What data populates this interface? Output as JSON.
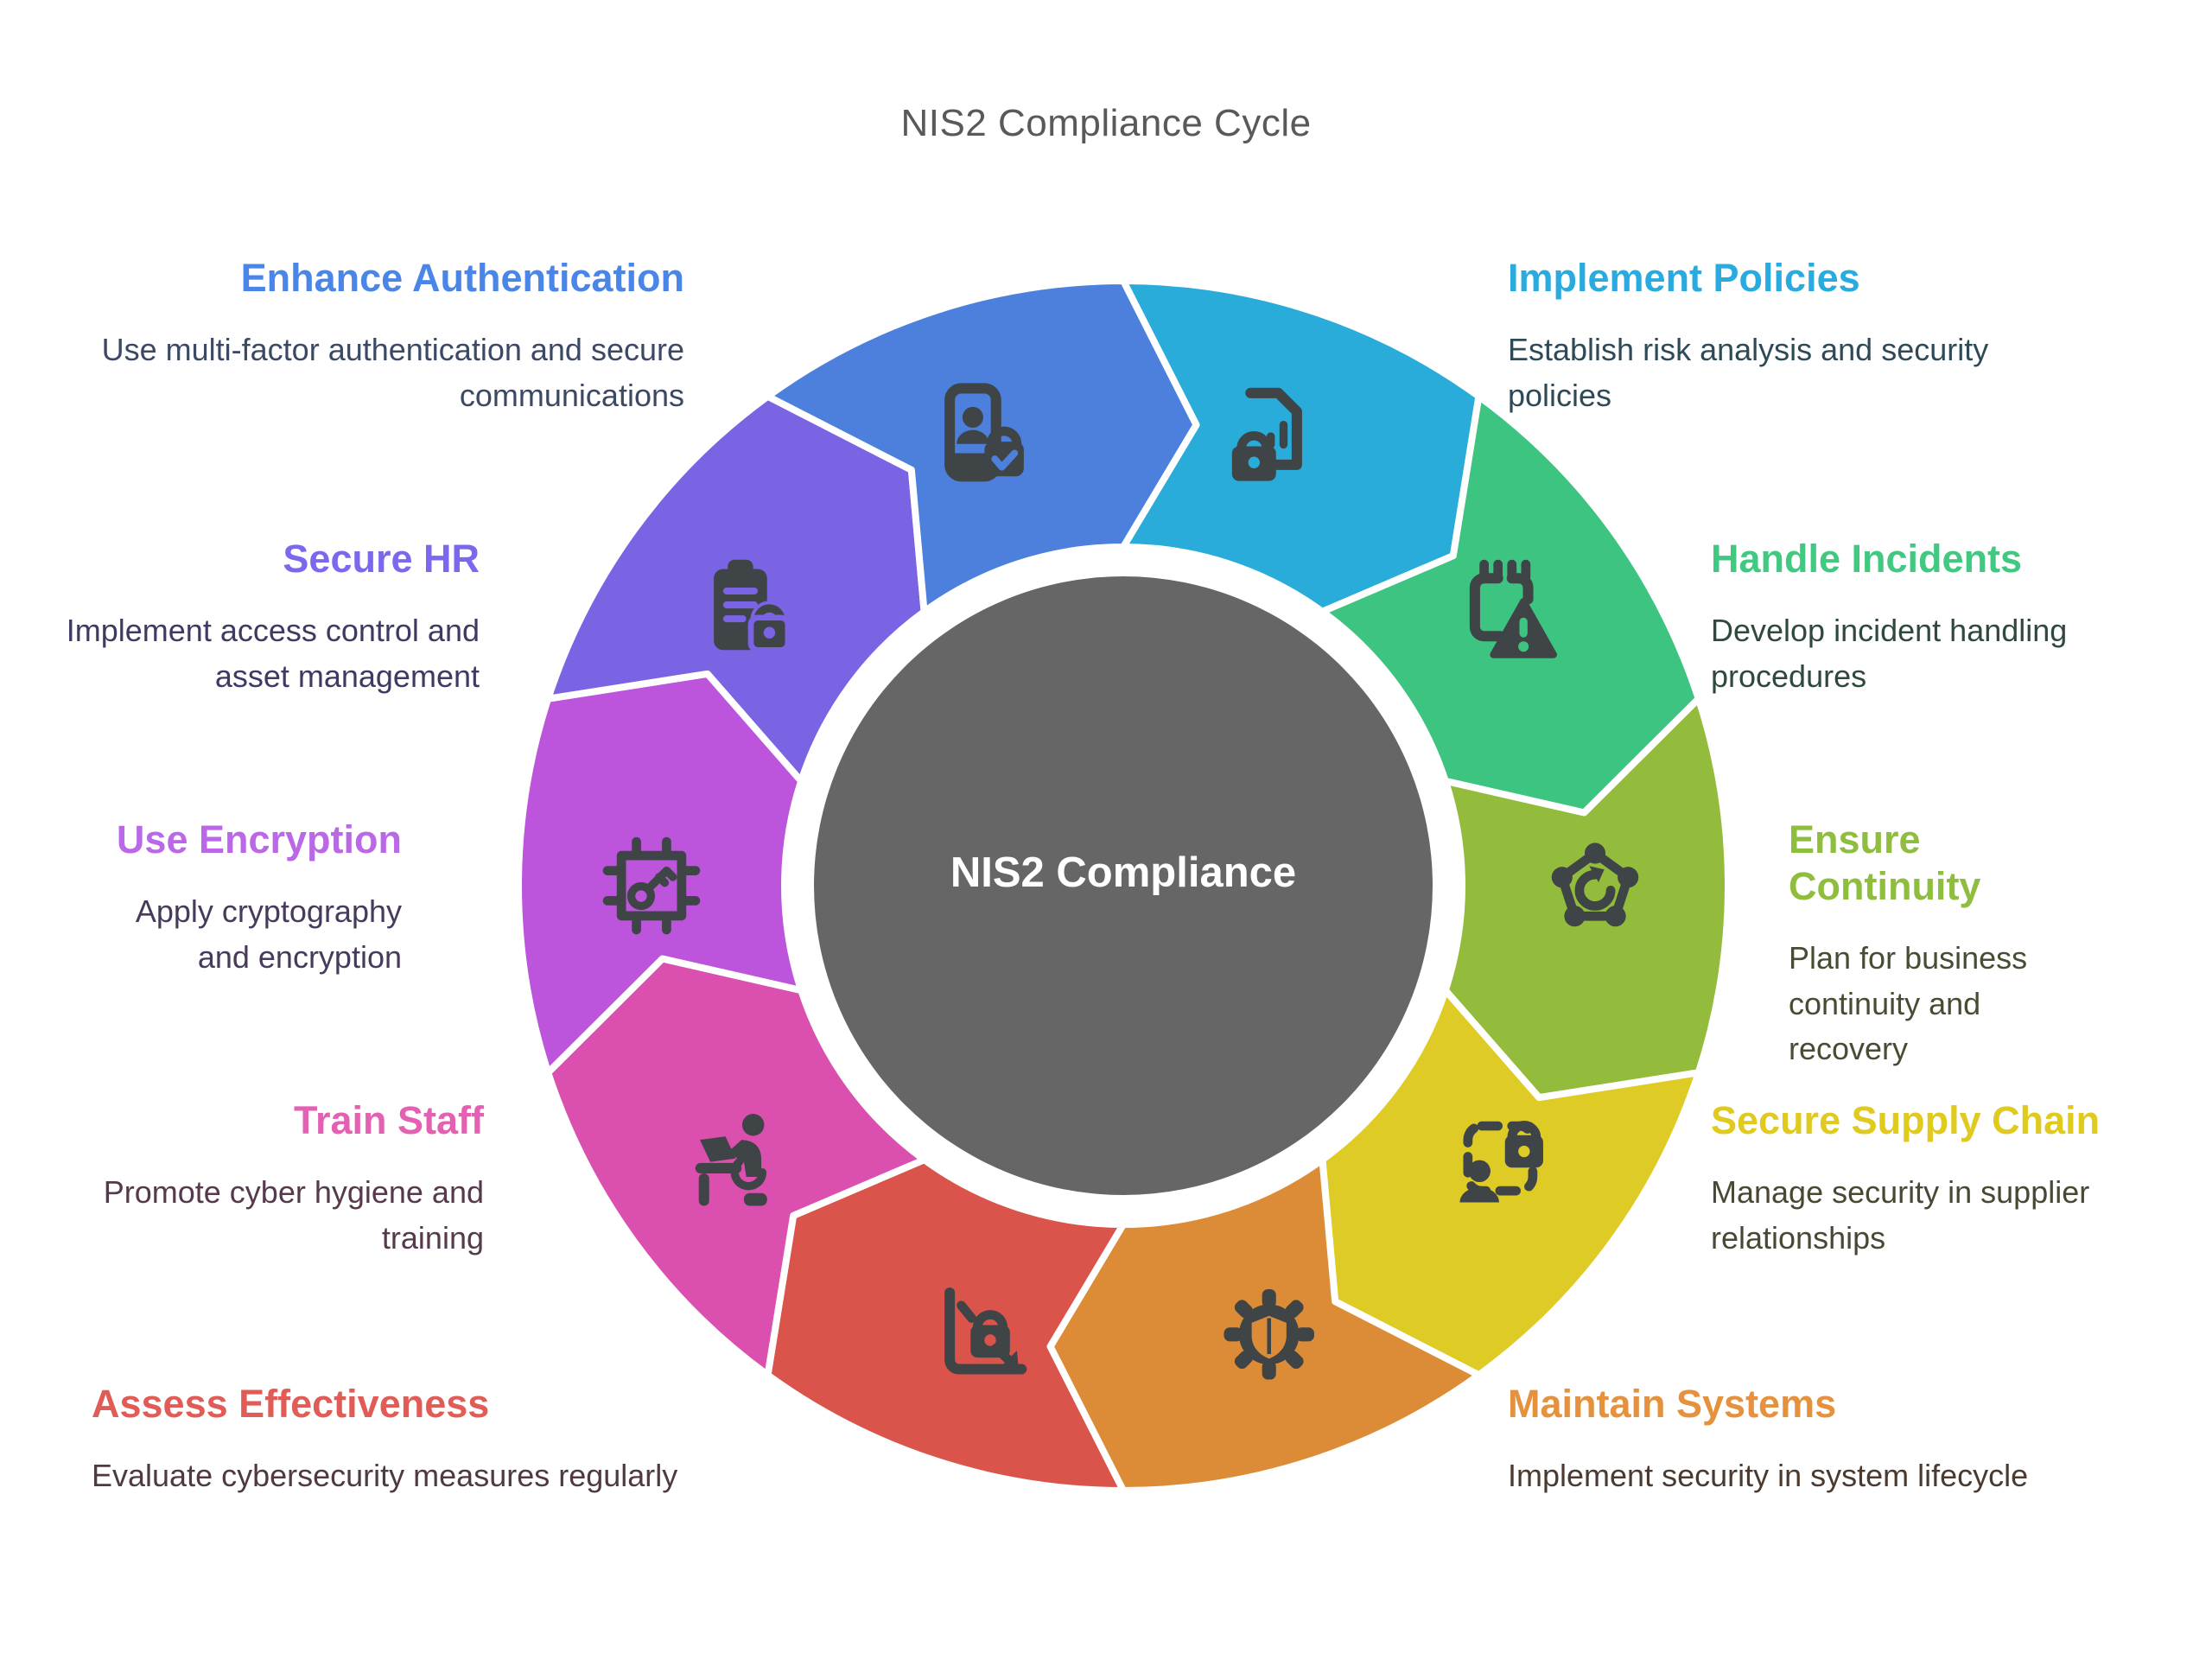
{
  "title": "NIS2 Compliance Cycle",
  "center": {
    "label": "NIS2 Compliance",
    "circle_color": "#666666",
    "text_color": "#ffffff"
  },
  "icon_color": "#3F4447",
  "items": [
    {
      "title": "Implement Policies",
      "desc": "Establish risk analysis and security policies",
      "accent": "#29ABDF",
      "segment_color": "#2AACDB",
      "desc_color": "#2F4A57",
      "icon": "document-chart-lock-icon"
    },
    {
      "title": "Handle Incidents",
      "desc": "Develop incident handling procedures",
      "accent": "#41C981",
      "segment_color": "#3DC480",
      "desc_color": "#2F4A3C",
      "icon": "notepad-alert-icon"
    },
    {
      "title": "Ensure Continuity",
      "desc": "Plan for business continuity and recovery",
      "accent": "#8FBE3F",
      "segment_color": "#93BC3D",
      "desc_color": "#454D33",
      "icon": "pentagon-refresh-icon"
    },
    {
      "title": "Secure Supply Chain",
      "desc": "Manage security in supplier relationships",
      "accent": "#E0CA1E",
      "segment_color": "#DECB25",
      "desc_color": "#4A4733",
      "icon": "user-frame-lock-icon"
    },
    {
      "title": "Maintain Systems",
      "desc": "Implement security in system lifecycle",
      "accent": "#E5913D",
      "segment_color": "#DC8C36",
      "desc_color": "#4A3A30",
      "icon": "gear-shield-icon"
    },
    {
      "title": "Assess Effectiveness",
      "desc": "Evaluate cybersecurity measures regularly",
      "accent": "#E25C57",
      "segment_color": "#DB544C",
      "desc_color": "#50393F",
      "icon": "chart-decline-lock-icon"
    },
    {
      "title": "Train Staff",
      "desc": "Promote cyber hygiene and training",
      "accent": "#E460B2",
      "segment_color": "#DB50AE",
      "desc_color": "#55394C",
      "icon": "person-laptop-icon"
    },
    {
      "title": "Use Encryption",
      "desc": "Apply cryptography and encryption",
      "accent": "#BA68E8",
      "segment_color": "#BC55DB",
      "desc_color": "#473A5B",
      "icon": "key-frame-icon"
    },
    {
      "title": "Secure HR",
      "desc": "Implement access control and asset management",
      "accent": "#7A68EE",
      "segment_color": "#7B64E4",
      "desc_color": "#3D3B63",
      "icon": "clipboard-lock-icon"
    },
    {
      "title": "Enhance Authentication",
      "desc": "Use multi-factor authentication and secure communications",
      "accent": "#4A86E8",
      "segment_color": "#4C80DC",
      "desc_color": "#3C4963",
      "icon": "phone-user-lock-icon"
    }
  ]
}
